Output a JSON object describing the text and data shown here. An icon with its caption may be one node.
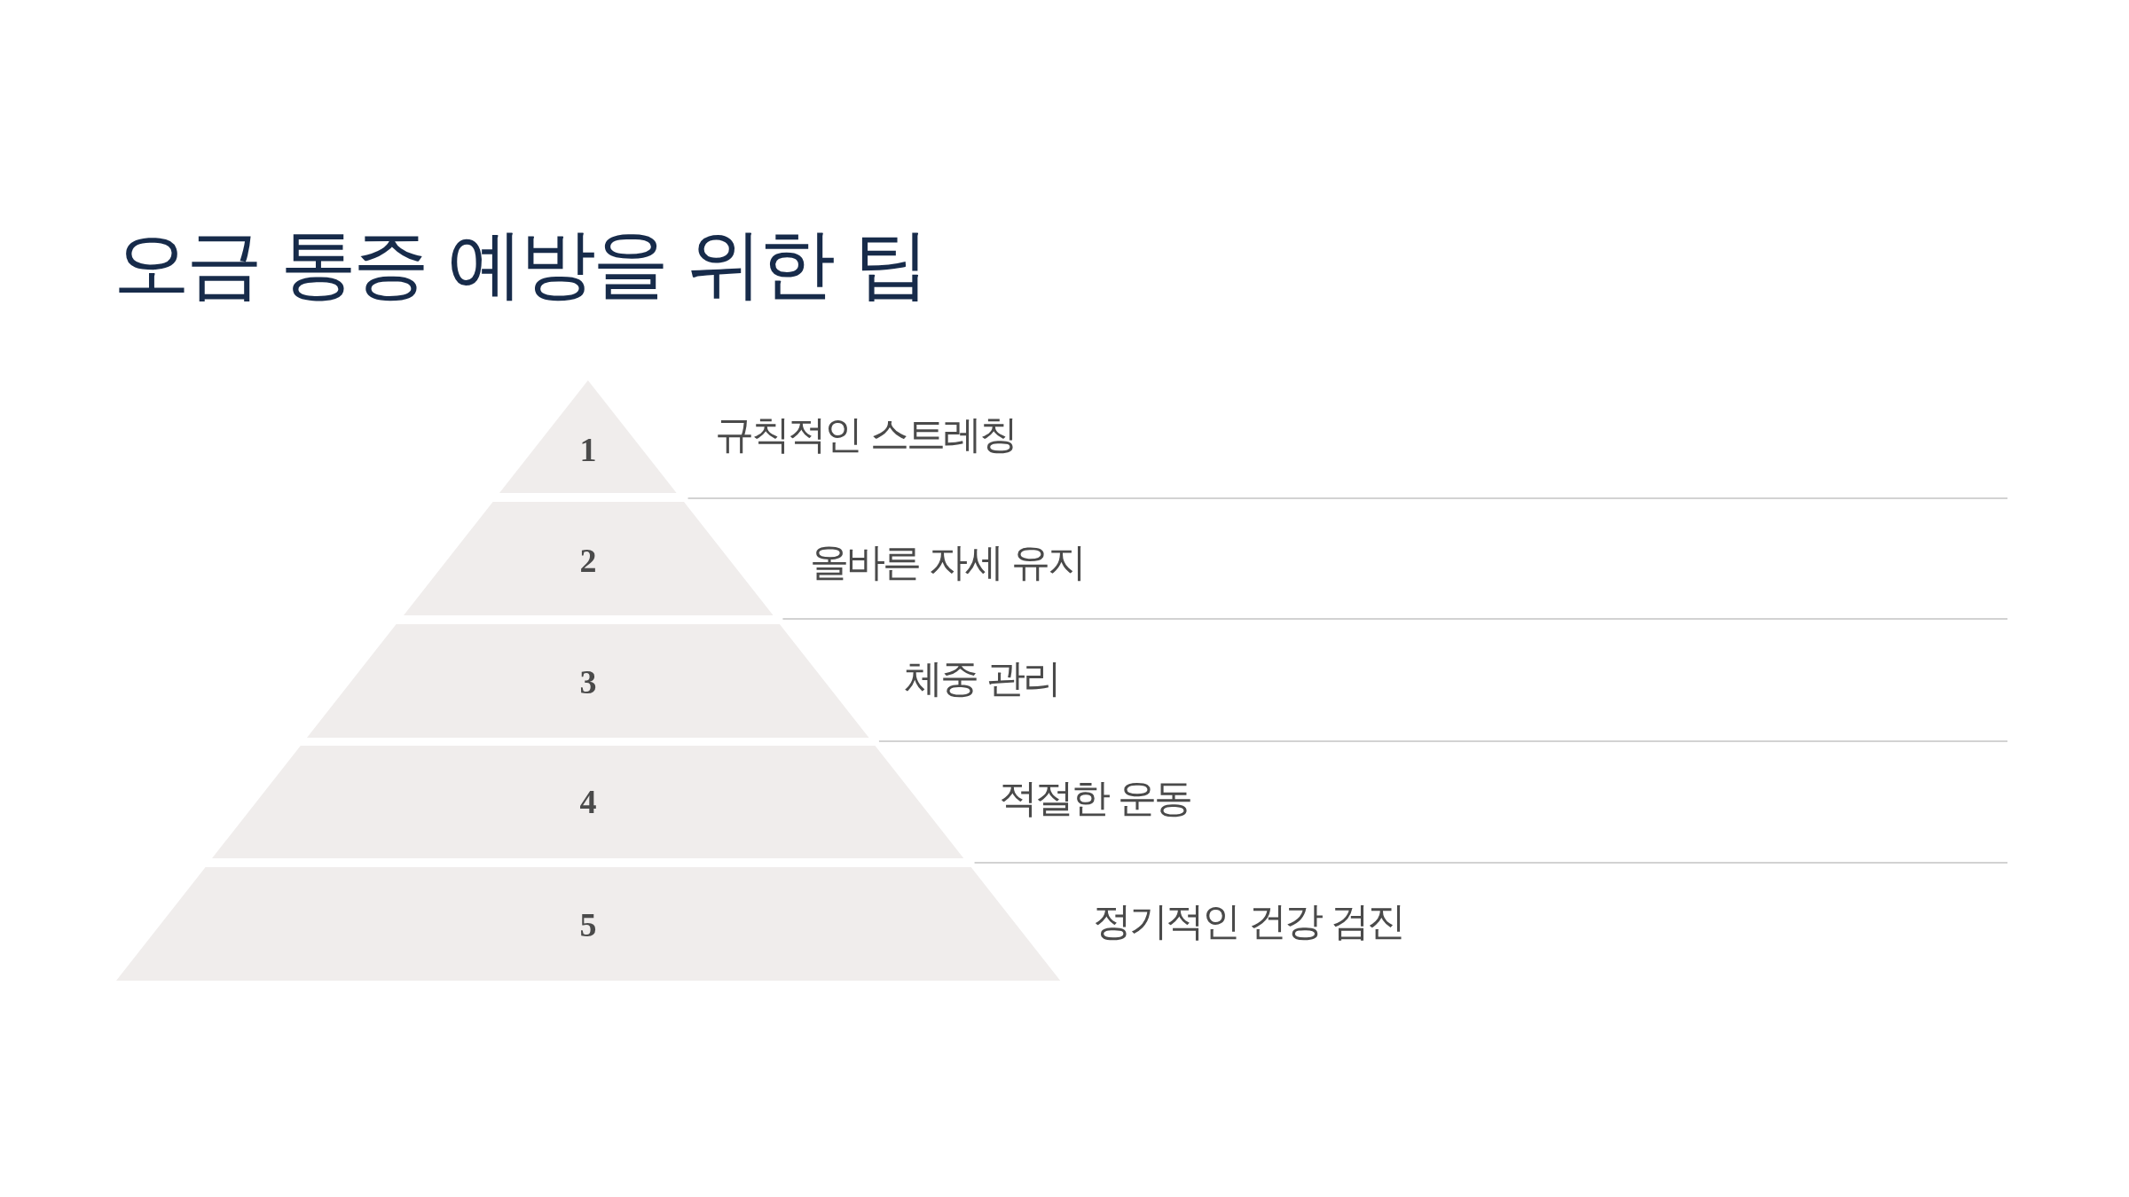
{
  "diagram": {
    "title": "오금 통증 예방을 위한 팁",
    "nodes": [
      {
        "text": [
          "1"
        ],
        "beside": [
          "규칙적인 스트레칭"
        ]
      },
      {
        "text": [
          "2"
        ],
        "beside": [
          "올바른 자세 유지"
        ]
      },
      {
        "text": [
          "3"
        ],
        "beside": [
          "체중 관리"
        ]
      },
      {
        "text": [
          "4"
        ],
        "beside": [
          "적절한 운동"
        ]
      },
      {
        "text": [
          "5"
        ],
        "beside": [
          "정기적인 건강 검진"
        ]
      }
    ]
  }
}
